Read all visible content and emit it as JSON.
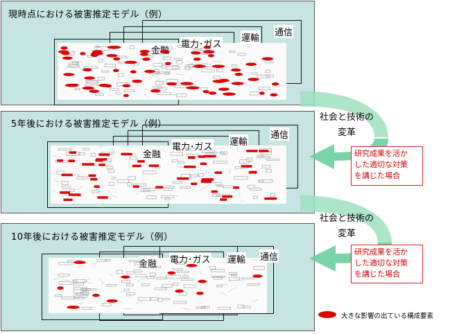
{
  "panels": [
    {
      "title": "現時点における被害推定モデル（例）"
    },
    {
      "title": "5年後における被害推定モデル（例）"
    },
    {
      "title": "10年後における被害推定モデル（例）"
    }
  ],
  "sectors": {
    "finance": "金融",
    "power_gas": "電力･ガス",
    "transport": "運輸",
    "telecom": "通信"
  },
  "drivers": [
    {
      "label": "社会と技術の\n変革"
    },
    {
      "label": "社会と技術の\n変革"
    }
  ],
  "notes": [
    {
      "text": "研究成果を活か\nした適切な対策\nを講じた場合"
    },
    {
      "text": "研究成果を活か\nした適切な対策\nを講じた場合"
    }
  ],
  "legend": {
    "label": "大きな影響の出ている構成要素",
    "color": "#e00000"
  },
  "colors": {
    "panel_bg": "#c6e4e2",
    "arrow": "#6ccfa0",
    "impact": "#e00000",
    "note_border": "#e31c1c"
  }
}
